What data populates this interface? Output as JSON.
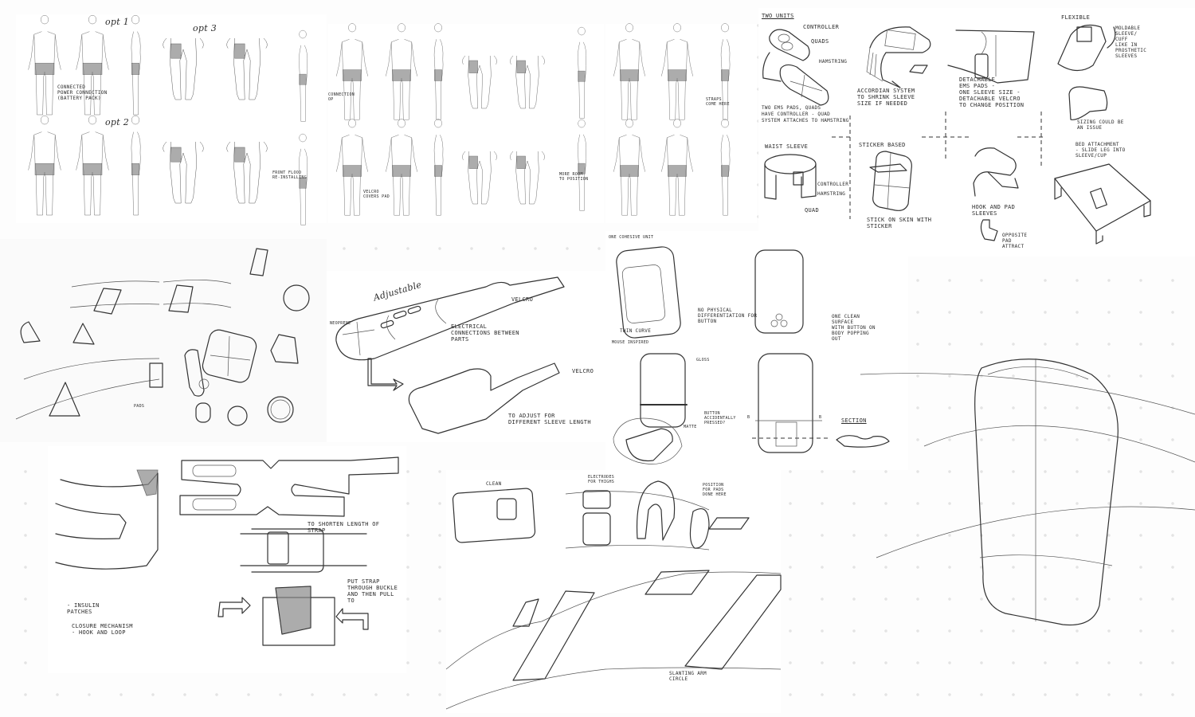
{
  "sheet_body_a": {
    "opt1": "opt 1",
    "opt2": "opt 2",
    "opt3": "opt 3",
    "note_connection": "connected\npower connection\n(battery pack)",
    "note_front": "front flood\nre-installing"
  },
  "sheet_body_b": {
    "note_left": "connection\nop",
    "note_velcro": "velcro\ncovers pad",
    "note_more": "more room\nto position"
  },
  "sheet_body_c": {
    "note_straps": "straps\ncome here"
  },
  "concepts": {
    "two_units": "Two units",
    "controller": "Controller",
    "quads": "Quads",
    "hamstring": "Hamstring",
    "two_units_note": "Two EMS pads, quads\nhave controller - quad\nsystem attaches to hamstring",
    "accordian": "Accordian system\nto shrink sleeve\nsize if needed",
    "detachable": "Detachable\nEMS pads -\none sleeve size -\ndetachable velcro\nto change position",
    "flexible": "Flexible",
    "moldable": "Moldable\nsleeve/\ncuff\nlike in\nprosthetic\nsleeves",
    "sizing": "Sizing could be\nan issue",
    "waist_sleeve": "Waist sleeve",
    "waist_controller": "Controller",
    "waist_hamstring": "Hamstring",
    "waist_quad": "Quad",
    "sticker_based": "Sticker based",
    "stick_on": "Stick on skin with\nsticker",
    "hook_pad": "Hook and pad\nsleeves",
    "opposite": "Opposite\npad\nattract",
    "bed": "Bed attachment\n- slide leg into\nsleeve/cup"
  },
  "strap": {
    "neoprene": "neoprene",
    "adjustable": "Adjustable",
    "velcro_top": "velcro",
    "electrical": "Electrical\nconnections between\nparts",
    "velcro_bottom": "velcro",
    "adjust": "To adjust for\ndifferent sleeve length"
  },
  "shapes": {
    "note": "pads"
  },
  "device": {
    "one_cohesive": "one cohesive unit",
    "no_physical": "No physical\ndifferentiation for\nbutton",
    "thin_curve": "thin curve",
    "one_clean": "One clean\nsurface\nwith button on\nbody popping\nout",
    "mouse": "mouse inspired",
    "gloss": "gloss",
    "button": "button\naccidentally\npressed?",
    "matte": "matte",
    "section": "section",
    "sec_a": "B",
    "sec_b": "B"
  },
  "sleeve": {
    "shorten": "To shorten length of\nstrap",
    "put_strap": "Put strap\nthrough buckle\nand then pull\nto",
    "insulin": "- Insulin\npatches",
    "closure": "Closure mechanism\n- hook and loop"
  },
  "arm": {
    "clean": "clean",
    "electrodes": "electrodes\nfor thighs",
    "position": "position\nfor pads\ndone here",
    "slanting": "Slanting arm\ncircle"
  }
}
